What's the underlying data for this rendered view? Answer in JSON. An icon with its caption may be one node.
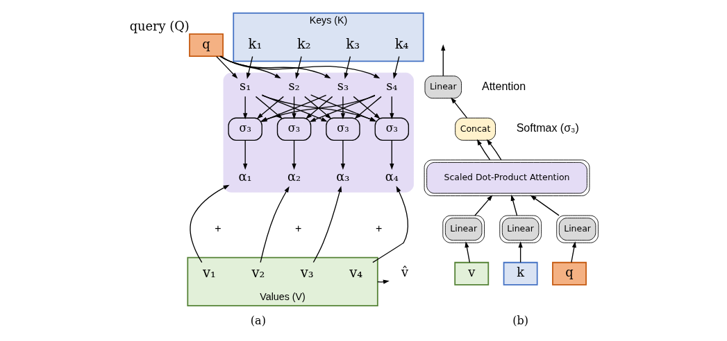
{
  "diagram": {
    "nodes": [
      {
        "text": [
          "q"
        ],
        "beside": [
          "query (Q)"
        ]
      },
      {
        "text": [
          "Keys (K)"
        ]
      },
      {
        "text": [
          "k₁"
        ],
        "in": 1
      },
      {
        "text": [
          "k₂"
        ],
        "in": 1
      },
      {
        "text": [
          "k₃"
        ],
        "in": 1
      },
      {
        "text": [
          "k₄"
        ],
        "in": 1
      },
      {
        "text": [],
        "shape": "box"
      },
      {
        "text": [
          "s₁"
        ],
        "in": 6
      },
      {
        "text": [
          "s₂"
        ],
        "in": 6
      },
      {
        "text": [
          "s₃"
        ],
        "in": 6
      },
      {
        "text": [
          "s₄"
        ],
        "in": 6
      },
      {
        "text": [
          "σ₃"
        ],
        "in": 6
      },
      {
        "text": [
          "σ₃"
        ],
        "in": 6
      },
      {
        "text": [
          "σ₃"
        ],
        "in": 6
      },
      {
        "text": [
          "σ₃"
        ],
        "in": 6
      },
      {
        "text": [
          "α₁"
        ],
        "in": 6
      },
      {
        "text": [
          "α₂"
        ],
        "in": 6
      },
      {
        "text": [
          "α₃"
        ],
        "in": 6
      },
      {
        "text": [
          "α₄"
        ],
        "in": 6
      },
      {
        "text": [
          "Values (V)"
        ]
      },
      {
        "text": [
          "v₁"
        ],
        "in": 19
      },
      {
        "text": [
          "v₂"
        ],
        "in": 19
      },
      {
        "text": [
          "v₃"
        ],
        "in": 19
      },
      {
        "text": [
          "v₄"
        ],
        "in": 19
      },
      {
        "text": [
          "v̂"
        ]
      },
      {
        "text": [
          "Linear"
        ]
      },
      {
        "text": [
          "Concat"
        ]
      },
      {
        "text": [
          "Scaled Dot-Product Attention"
        ]
      },
      {
        "text": [
          "Linear"
        ]
      },
      {
        "text": [
          "Linear"
        ]
      },
      {
        "text": [
          "Linear"
        ]
      },
      {
        "text": [
          "v"
        ]
      },
      {
        "text": [
          "k"
        ]
      },
      {
        "text": [
          "q"
        ]
      }
    ],
    "edges": [
      {
        "from": 0,
        "to": 7,
        "arrow": "to"
      },
      {
        "from": 0,
        "to": 8,
        "arrow": "to"
      },
      {
        "from": 0,
        "to": 9,
        "arrow": "to"
      },
      {
        "from": 0,
        "to": 10,
        "arrow": "to"
      },
      {
        "from": 2,
        "to": 7,
        "arrow": "to"
      },
      {
        "from": 3,
        "to": 8,
        "arrow": "to"
      },
      {
        "from": 4,
        "to": 9,
        "arrow": "to"
      },
      {
        "from": 5,
        "to": 10,
        "arrow": "to"
      },
      {
        "from": 7,
        "to": 11,
        "arrow": "to"
      },
      {
        "from": 7,
        "to": 12,
        "arrow": "to"
      },
      {
        "from": 7,
        "to": 13,
        "arrow": "to"
      },
      {
        "from": 7,
        "to": 14,
        "arrow": "to"
      },
      {
        "from": 8,
        "to": 11,
        "arrow": "to"
      },
      {
        "from": 8,
        "to": 12,
        "arrow": "to"
      },
      {
        "from": 8,
        "to": 13,
        "arrow": "to"
      },
      {
        "from": 8,
        "to": 14,
        "arrow": "to"
      },
      {
        "from": 9,
        "to": 11,
        "arrow": "to"
      },
      {
        "from": 9,
        "to": 12,
        "arrow": "to"
      },
      {
        "from": 9,
        "to": 13,
        "arrow": "to"
      },
      {
        "from": 9,
        "to": 14,
        "arrow": "to"
      },
      {
        "from": 10,
        "to": 11,
        "arrow": "to"
      },
      {
        "from": 10,
        "to": 12,
        "arrow": "to"
      },
      {
        "from": 10,
        "to": 13,
        "arrow": "to"
      },
      {
        "from": 10,
        "to": 14,
        "arrow": "to"
      },
      {
        "from": 11,
        "to": 15,
        "arrow": "to"
      },
      {
        "from": 12,
        "to": 16,
        "arrow": "to"
      },
      {
        "from": 13,
        "to": 17,
        "arrow": "to"
      },
      {
        "from": 14,
        "to": 18,
        "arrow": "to"
      },
      {
        "from": 20,
        "to": 15,
        "arrow": "to"
      },
      {
        "from": 21,
        "to": 16,
        "arrow": "to"
      },
      {
        "from": 22,
        "to": 17,
        "arrow": "to"
      },
      {
        "from": 23,
        "to": 18,
        "arrow": "to"
      },
      {
        "from": 19,
        "to": 24,
        "arrow": "to"
      },
      {
        "from": 25,
        "to": null,
        "arrow": "to"
      },
      {
        "from": 26,
        "to": 25,
        "arrow": "to"
      },
      {
        "from": 27,
        "to": 26,
        "arrow": "to"
      },
      {
        "from": 27,
        "to": 26,
        "arrow": "to"
      },
      {
        "from": 28,
        "to": 27,
        "arrow": "to"
      },
      {
        "from": 29,
        "to": 27,
        "arrow": "to"
      },
      {
        "from": 30,
        "to": 27,
        "arrow": "to"
      },
      {
        "from": 31,
        "to": 28,
        "arrow": "to"
      },
      {
        "from": 32,
        "to": 29,
        "arrow": "to"
      },
      {
        "from": 33,
        "to": 30,
        "arrow": "to"
      }
    ],
    "labels": [
      "Attention",
      "Softmax (σ₃)",
      "+",
      "+",
      "+",
      "(a)",
      "(b)"
    ]
  }
}
